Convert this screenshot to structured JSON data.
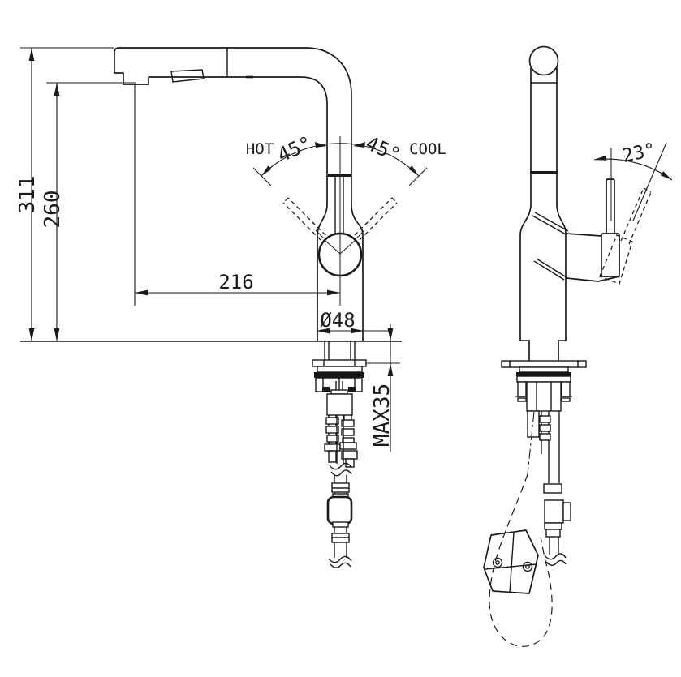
{
  "drawing": {
    "line_color": "#1a1a1a",
    "background_color": "#ffffff",
    "front_view": {
      "labels": {
        "height_total": "311",
        "height_to_spout": "260",
        "spout_reach": "216",
        "base_diameter": "Ø48",
        "max_counter_thickness": "MAX35",
        "hot": "HOT",
        "hot_angle": "45°",
        "cool_angle": "45°",
        "cool": "COOL"
      }
    },
    "side_view": {
      "labels": {
        "handle_tilt_angle": "23°"
      }
    }
  }
}
